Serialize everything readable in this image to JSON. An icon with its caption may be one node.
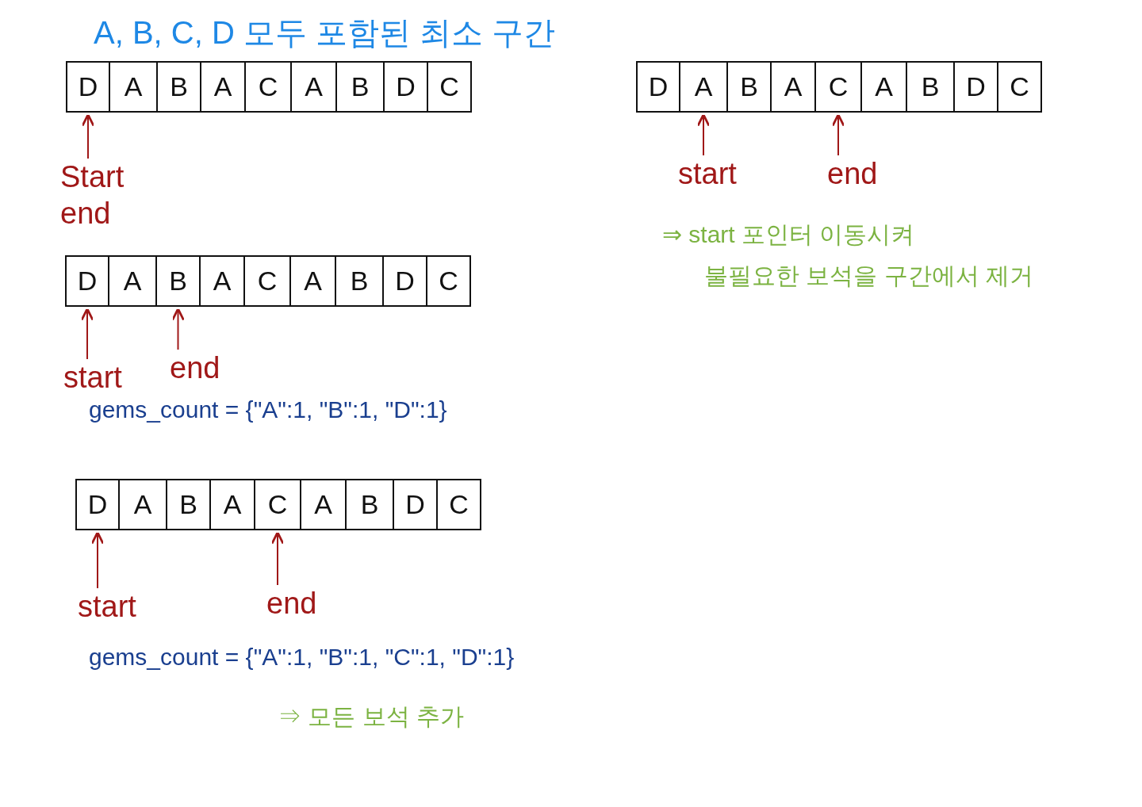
{
  "diagram": {
    "title": "A, B, C, D 모두 포함된 최소 구간",
    "nodes": [
      {
        "text": [
          "D"
        ]
      },
      {
        "text": [
          "A"
        ]
      },
      {
        "text": [
          "B"
        ]
      },
      {
        "text": [
          "A"
        ]
      },
      {
        "text": [
          "C"
        ]
      },
      {
        "text": [
          "A"
        ]
      },
      {
        "text": [
          "B"
        ]
      },
      {
        "text": [
          "D"
        ]
      },
      {
        "text": [
          "C"
        ]
      },
      {
        "text": [
          "D"
        ]
      },
      {
        "text": [
          "A"
        ]
      },
      {
        "text": [
          "B"
        ]
      },
      {
        "text": [
          "A"
        ]
      },
      {
        "text": [
          "C"
        ]
      },
      {
        "text": [
          "A"
        ]
      },
      {
        "text": [
          "B"
        ]
      },
      {
        "text": [
          "D"
        ]
      },
      {
        "text": [
          "C"
        ]
      },
      {
        "text": [
          "Start",
          "end"
        ]
      },
      {
        "text": [
          "start"
        ]
      },
      {
        "text": [
          "end"
        ]
      },
      {
        "text": [
          "D"
        ]
      },
      {
        "text": [
          "A"
        ]
      },
      {
        "text": [
          "B"
        ]
      },
      {
        "text": [
          "A"
        ]
      },
      {
        "text": [
          "C"
        ]
      },
      {
        "text": [
          "A"
        ]
      },
      {
        "text": [
          "B"
        ]
      },
      {
        "text": [
          "D"
        ]
      },
      {
        "text": [
          "C"
        ]
      },
      {
        "text": [
          "start"
        ]
      },
      {
        "text": [
          "end"
        ]
      },
      {
        "text": [
          "D"
        ]
      },
      {
        "text": [
          "A"
        ]
      },
      {
        "text": [
          "B"
        ]
      },
      {
        "text": [
          "A"
        ]
      },
      {
        "text": [
          "C"
        ]
      },
      {
        "text": [
          "A"
        ]
      },
      {
        "text": [
          "B"
        ]
      },
      {
        "text": [
          "D"
        ]
      },
      {
        "text": [
          "C"
        ]
      },
      {
        "text": [
          "start"
        ]
      },
      {
        "text": [
          "end"
        ]
      }
    ],
    "edges": [
      {
        "from": 18,
        "to": 0,
        "arrow": "to"
      },
      {
        "from": 19,
        "to": 10,
        "arrow": "to"
      },
      {
        "from": 20,
        "to": 13,
        "arrow": "to"
      },
      {
        "from": 30,
        "to": 21,
        "arrow": "to"
      },
      {
        "from": 31,
        "to": 23,
        "arrow": "to"
      },
      {
        "from": 41,
        "to": 32,
        "arrow": "to"
      },
      {
        "from": 42,
        "to": 36,
        "arrow": "to"
      }
    ],
    "labels": [
      "⇒ start 포인터 이동시켜",
      "불필요한 보석을 구간에서 제거",
      "gems_count = {\"A\":1, \"B\":1, \"D\":1}",
      "gems_count = {\"A\":1, \"B\":1, \"C\":1, \"D\":1}",
      "⇒ 모든 보석 추가"
    ]
  }
}
